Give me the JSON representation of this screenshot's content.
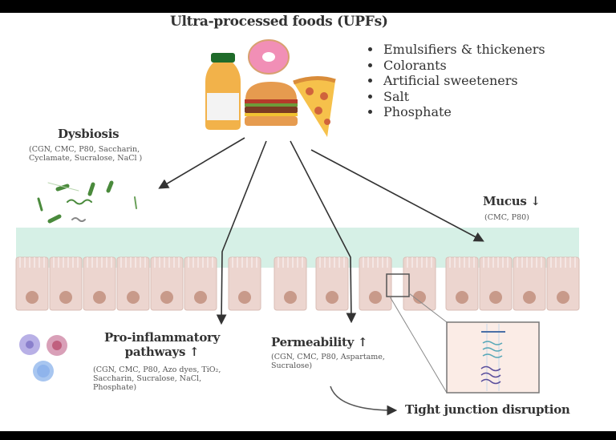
{
  "title": "Ultra-processed foods (UPFs)",
  "additives": [
    "Emulsifiers & thickeners",
    "Colorants",
    "Artificial sweeteners",
    "Salt",
    "Phosphate"
  ],
  "food_icons": [
    "juice-bottle",
    "donut",
    "burger",
    "pizza-slice"
  ],
  "effects": {
    "dysbiosis": {
      "label": "Dysbiosis",
      "agents_line1": "(CGN, CMC, P80, Saccharin,",
      "agents_line2": "Cyclamate, Sucralose, NaCl )"
    },
    "mucus": {
      "label": "Mucus ↓",
      "agents": "(CMC, P80)"
    },
    "inflammation": {
      "label_line1": "Pro-inflammatory",
      "label_line2": "pathways ↑",
      "agents_line1": "(CGN, CMC, P80, Azo dyes, TiO₂,",
      "agents_line2": "Saccharin, Sucralose, NaCl,",
      "agents_line3": "Phosphate)"
    },
    "permeability": {
      "label": "Permeability ↑",
      "agents_line1": "(CGN, CMC, P80, Aspartame,",
      "agents_line2": "Sucralose)"
    },
    "tight_junction": {
      "label": "Tight junction disruption"
    }
  },
  "colors": {
    "mucus": "#d6f0e6",
    "cell": "#ecd5cf",
    "cell_border": "#d9bdb5",
    "nucleus": "#c89a8a",
    "arrow": "#333333",
    "bacteria": "#4a8a3c"
  }
}
